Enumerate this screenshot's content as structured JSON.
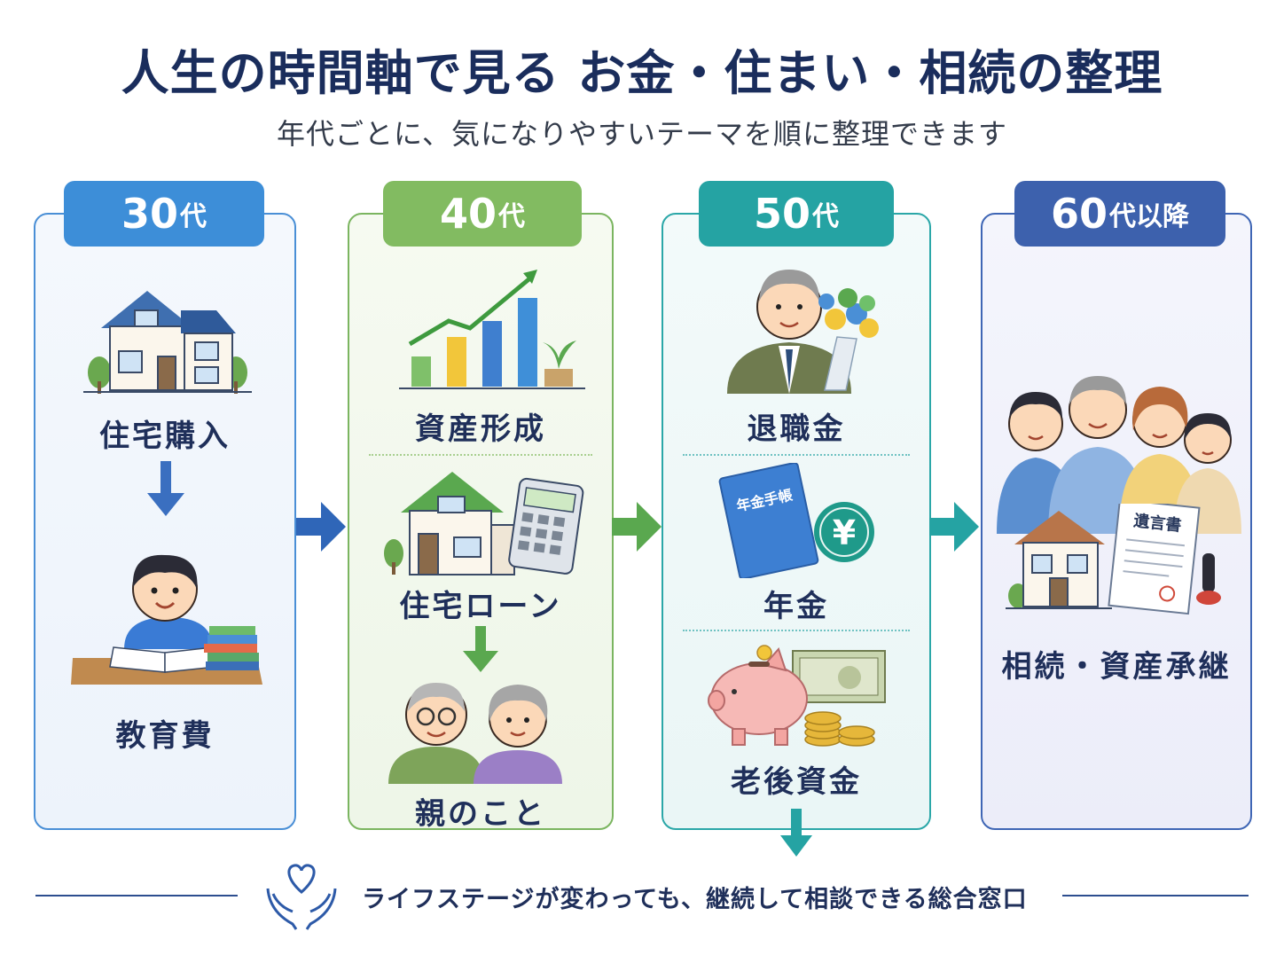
{
  "header": {
    "title": "人生の時間軸で見る お金・住まい・相続の整理",
    "subtitle": "年代ごとに、気になりやすいテーマを順に整理できます"
  },
  "stages": [
    {
      "age_num": "30",
      "age_unit": "代",
      "color": "#3d8ed8",
      "items": [
        "住宅購入",
        "教育費"
      ]
    },
    {
      "age_num": "40",
      "age_unit": "代",
      "color": "#82bb61",
      "items": [
        "資産形成",
        "住宅ローン",
        "親のこと"
      ]
    },
    {
      "age_num": "50",
      "age_unit": "代",
      "color": "#25a3a3",
      "items": [
        "退職金",
        "年金",
        "老後資金"
      ]
    },
    {
      "age_num": "60",
      "age_unit": "代以降",
      "color": "#3d61ad",
      "items": [
        "相続・資産承継"
      ]
    }
  ],
  "icons": {
    "pension_book_text": "年金手帳",
    "yen_symbol": "¥",
    "will_text": "遺言書"
  },
  "footer": {
    "text": "ライフステージが変わっても、継続して相談できる総合窓口"
  }
}
